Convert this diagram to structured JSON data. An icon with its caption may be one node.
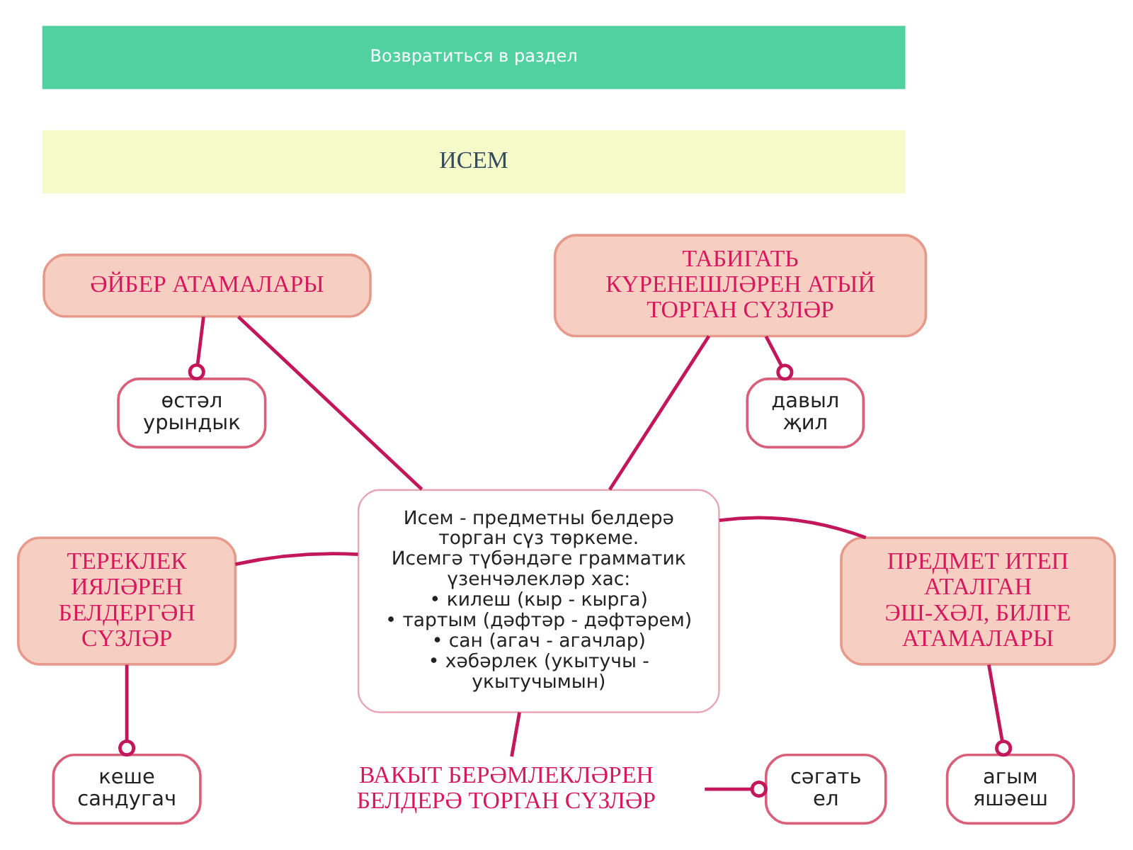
{
  "diagram": {
    "nodes": [
      {
        "text": [
          "Возвратиться в раздел"
        ]
      },
      {
        "text": [
          "ИСЕМ"
        ]
      },
      {
        "text": [
          "ӘЙБЕР АТАМАЛАРЫ"
        ]
      },
      {
        "text": [
          "ТАБИГАТЬ КҮРЕНЕШЛӘРЕН АТЫЙ ТОРГАН СҮЗЛӘР"
        ]
      },
      {
        "text": [
          "өстәл урындык"
        ]
      },
      {
        "text": [
          "давыл җил"
        ]
      },
      {
        "text": [
          "Исем - предметны белдерә торган сүз төркеме.",
          "Исемгә түбәндәге грамматик үзенчәлекләр хас:",
          "• килеш (кыр - кырга)",
          "• тартым (дәфтәр - дәфтәрем)",
          "• сан (агач - агачлар)",
          "• хәбәрлек (укытучы - укытучымын)"
        ]
      },
      {
        "text": [
          "ТЕРЕКЛЕК ИЯЛӘРЕН БЕЛДЕРГӘН СҮЗЛӘР"
        ]
      },
      {
        "text": [
          "ПРЕДМЕТ ИТЕП АТАЛГАН ЭШ-ХӘЛ, БИЛГЕ АТАМАЛАРЫ"
        ]
      },
      {
        "text": [
          "кеше сандугач"
        ]
      },
      {
        "text": [
          "агым яшәеш"
        ]
      },
      {
        "text": [
          "ВАКЫТ БЕРӘМЛЕКЛӘРЕН БЕЛДЕРӘ ТОРГАН СҮЗЛӘР"
        ]
      },
      {
        "text": [
          "сәгать ел"
        ]
      }
    ],
    "edges": [
      {
        "from": 2,
        "to": 6,
        "arrow": "none"
      },
      {
        "from": 3,
        "to": 6,
        "arrow": "none"
      },
      {
        "from": 2,
        "to": 4,
        "arrow": "other"
      },
      {
        "from": 3,
        "to": 5,
        "arrow": "other"
      },
      {
        "from": 6,
        "to": 7,
        "arrow": "none"
      },
      {
        "from": 6,
        "to": 8,
        "arrow": "none"
      },
      {
        "from": 7,
        "to": 9,
        "arrow": "other"
      },
      {
        "from": 8,
        "to": 10,
        "arrow": "other"
      },
      {
        "from": 6,
        "to": 11,
        "arrow": "none"
      },
      {
        "from": 11,
        "to": 12,
        "arrow": "other"
      }
    ]
  }
}
